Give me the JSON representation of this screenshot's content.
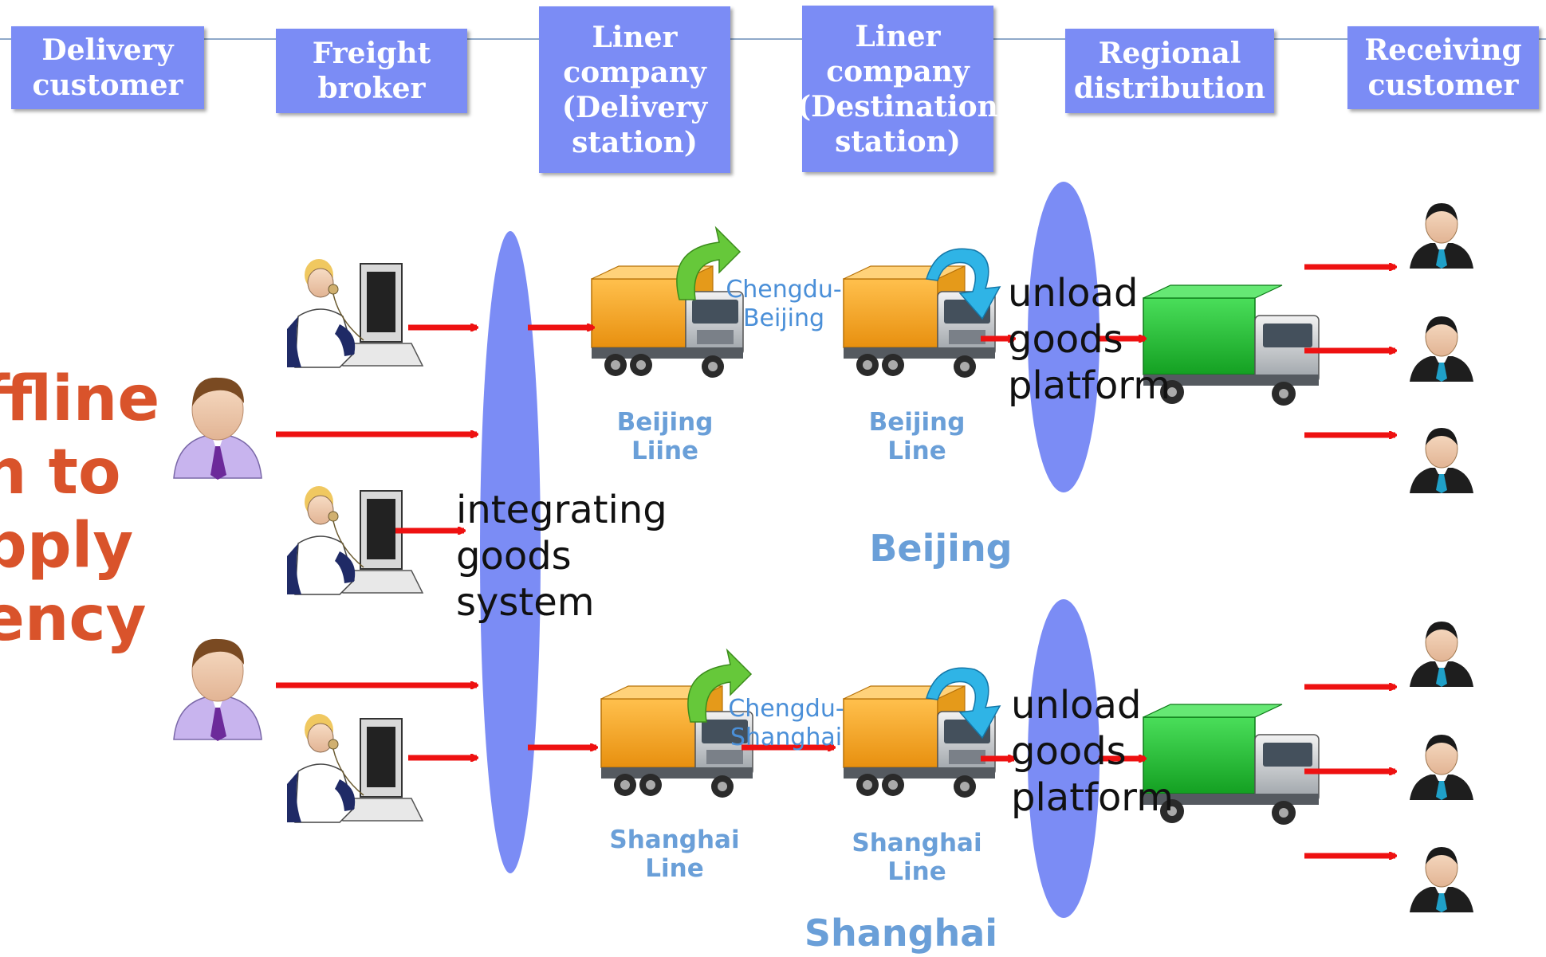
{
  "headers": [
    {
      "label": "Delivery\ncustomer"
    },
    {
      "label": "Freight\nbroker"
    },
    {
      "label": "Liner\ncompany\n(Delivery\nstation)"
    },
    {
      "label": "Liner\ncompany\n(Destination\nstation)"
    },
    {
      "label": "Regional\ndistribution"
    },
    {
      "label": "Receiving\ncustomer"
    }
  ],
  "side_text": "ffline\nn to\npply\nency",
  "integrating_label": "integrating\ngoods\nsystem",
  "beijing": {
    "route": "Chengdu-\nBeijing",
    "line_delivery": "Beijing\nLiine",
    "line_destination": "Beijing\nLine",
    "platform": "unload\ngoods\nplatform",
    "region": "Beijing"
  },
  "shanghai": {
    "route": "Chengdu-\nShanghai",
    "line_delivery": "Shanghai\nLine",
    "line_destination": "Shanghai\nLine",
    "platform": "unload\ngoods\nplatform",
    "region": "Shanghai"
  },
  "colors": {
    "header_fill": "#7b8cf5",
    "ellipse_fill": "#7b8cf5",
    "arrow": "#ee1111",
    "side_text": "#d9532b",
    "label_blue": "#6a9fd8",
    "truck_cargo_orange": "#f5a623",
    "truck_cargo_green": "#22bb33"
  },
  "icons": [
    "broker-at-computer-icon",
    "customer-person-icon",
    "truck-icon",
    "green-curved-arrow-icon",
    "blue-curved-arrow-icon",
    "businessman-icon"
  ]
}
